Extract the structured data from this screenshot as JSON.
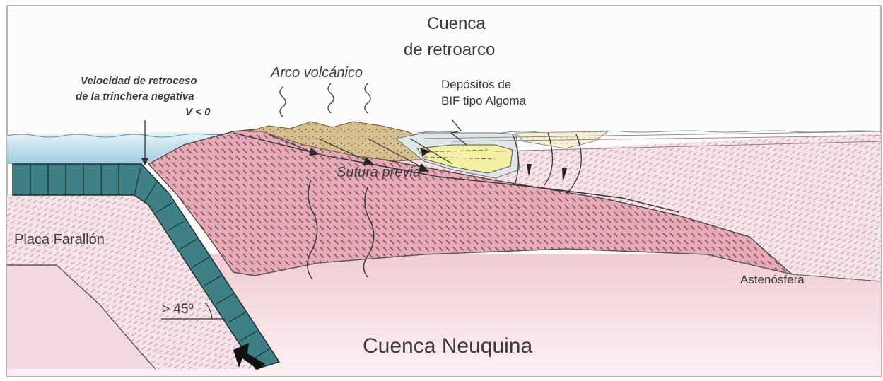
{
  "labels": {
    "cuenca_retroarco": [
      "Cuenca",
      "de retroarco"
    ],
    "arco_volcanico": "Arco volcánico",
    "velocidad": [
      "Velocidad de retroceso",
      "de la trinchera negativa",
      "V < 0"
    ],
    "depositos": [
      "Depósitos de",
      "BIF tipo Algoma"
    ],
    "sutura_previa": "Sutura previa",
    "placa_farallon": "Placa Farallón",
    "angulo": "> 45º",
    "astenosfera": "Astenósfera",
    "cuenca_neuquina": "Cuenca Neuquina"
  },
  "colors": {
    "ocean": "#cfe6f0",
    "pink_crust": "#e7a9b6",
    "light_pink_mantle": "#f6e3e7",
    "slab": "#3f7f86",
    "volcanic": "#d5bf8e",
    "yellow_basin": "#f3f0a4",
    "cream": "#f6f1d2",
    "text": "#3a3a3a"
  }
}
